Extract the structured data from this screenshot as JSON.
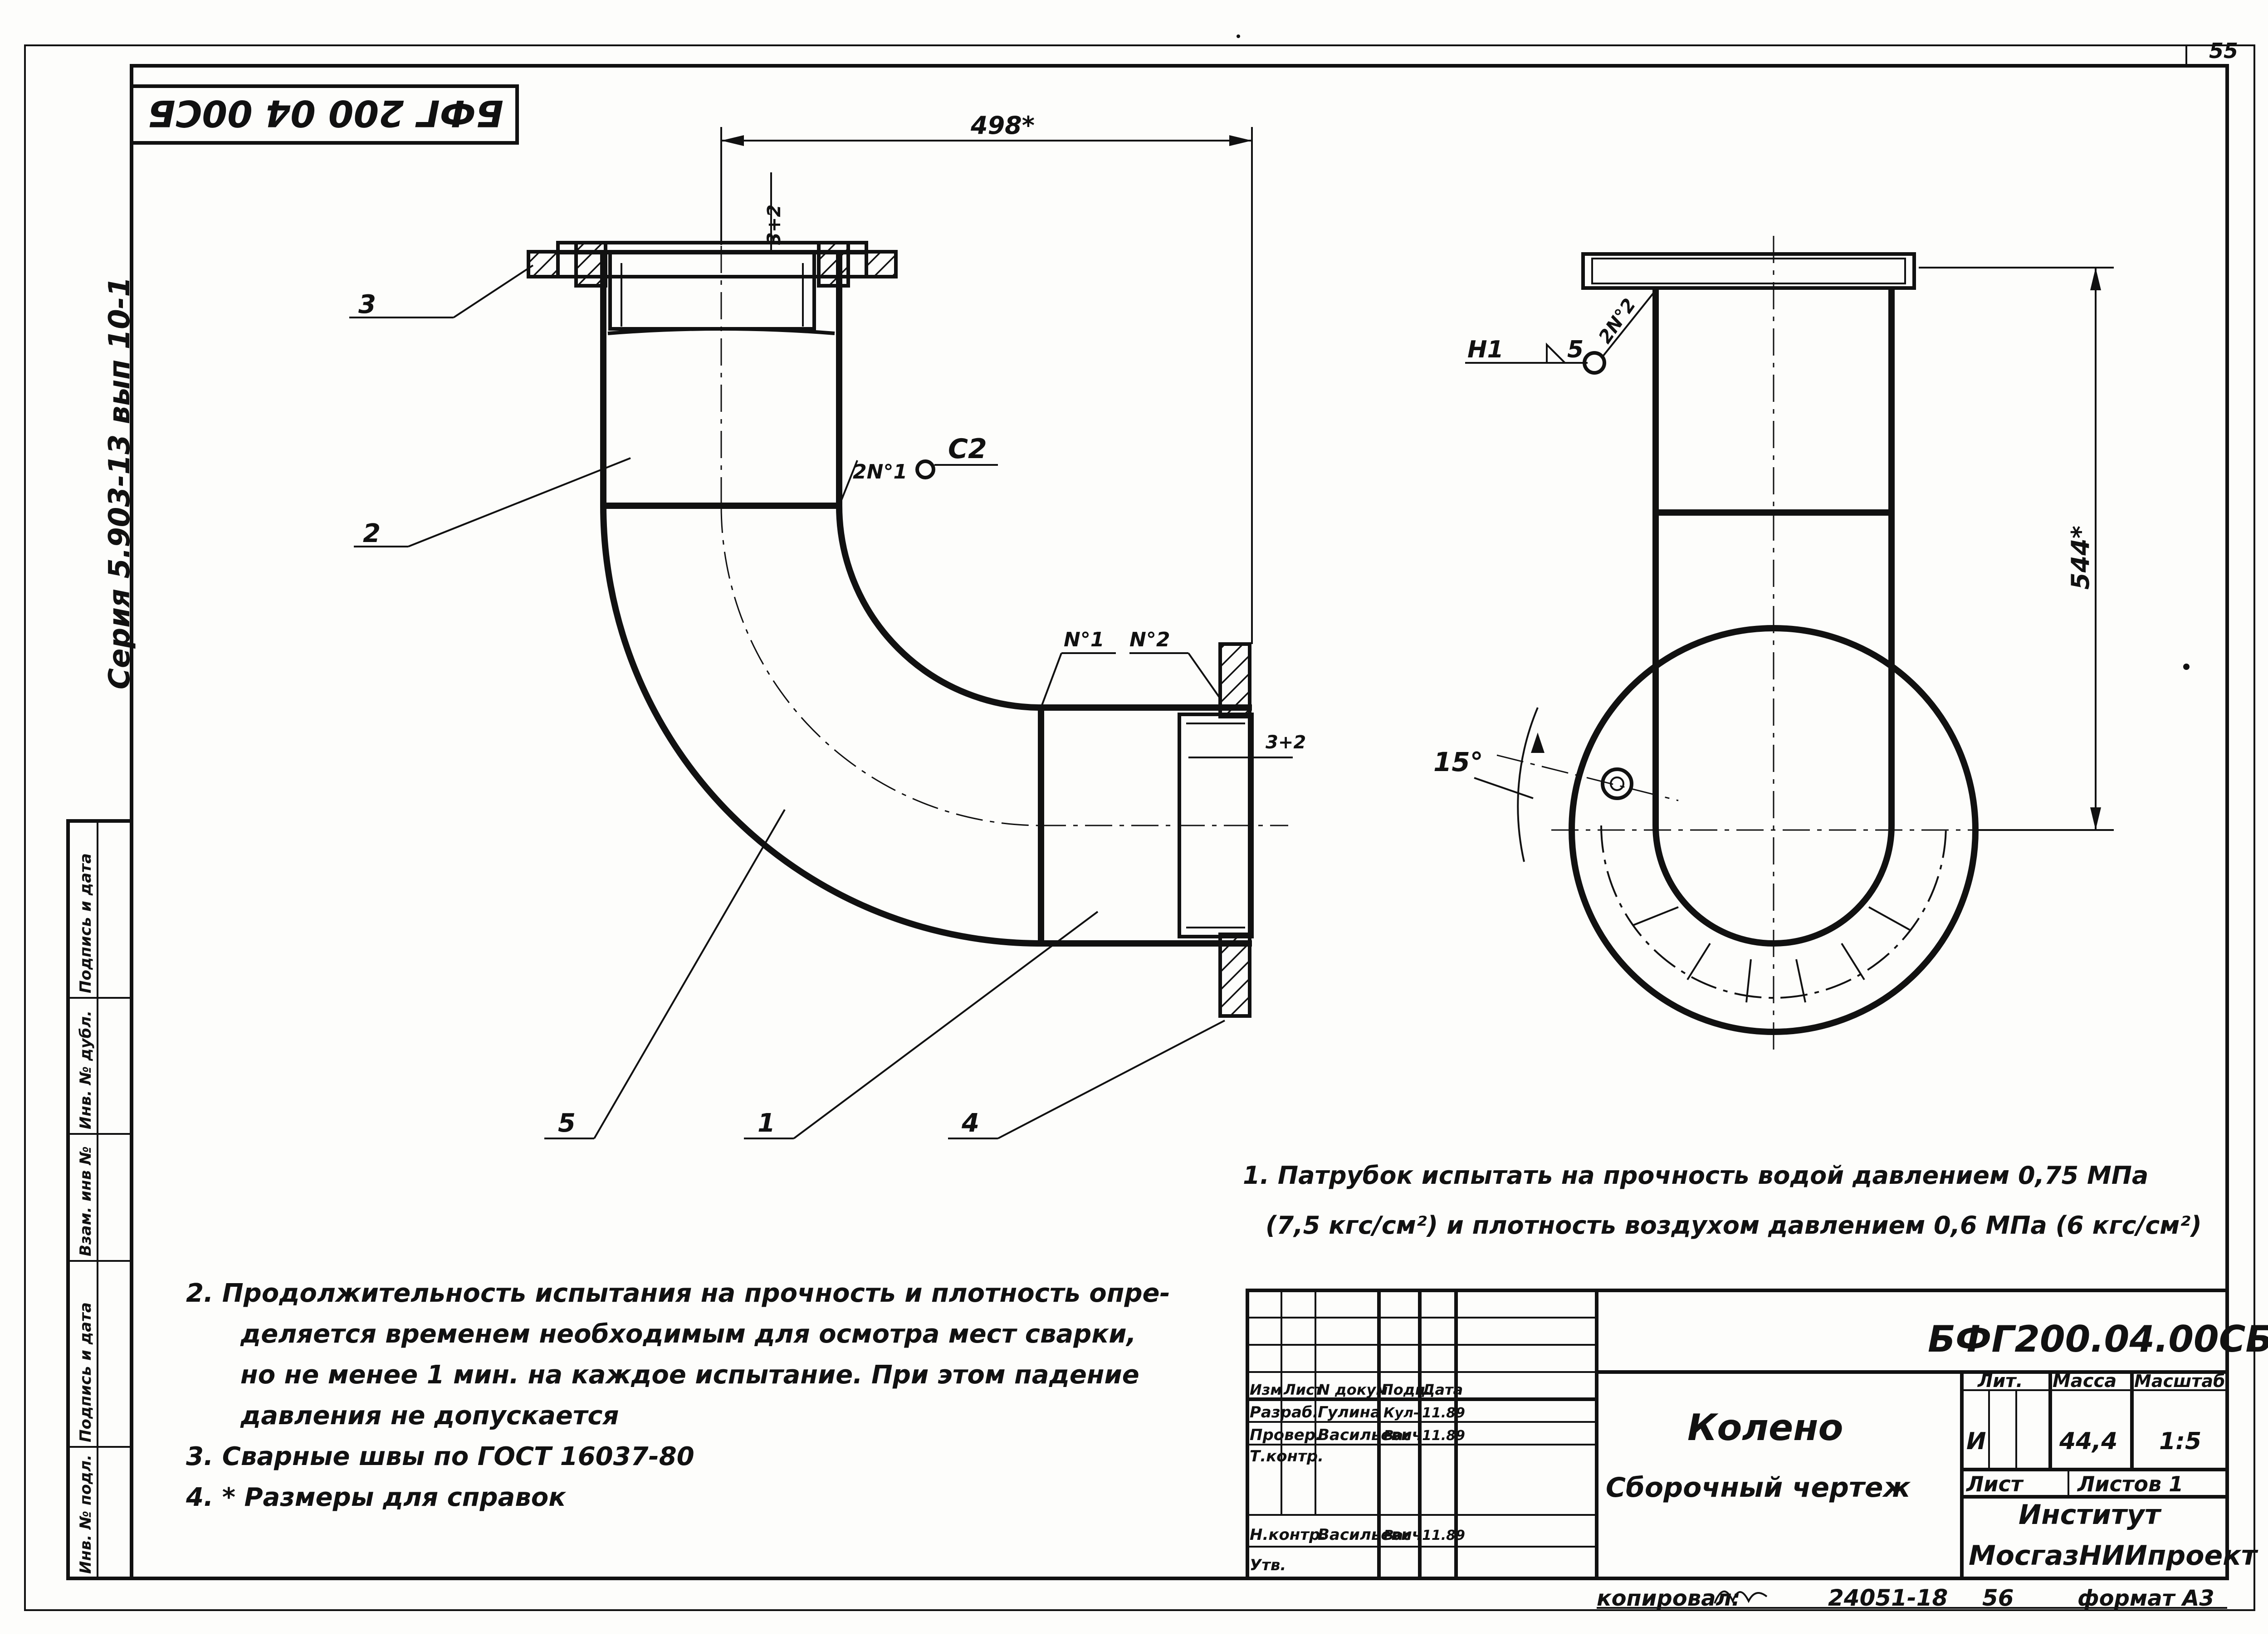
{
  "page_number": "55",
  "rotated_code": "БФГ 200 04 00СБ",
  "series_label": "Серия 5.903-13 вып 10-1",
  "left_strip": [
    "Инв. № подл.",
    "Подпись и дата",
    "Взам. инв №",
    "Инв. № дубл.",
    "Подпись и дата"
  ],
  "callouts": [
    "1",
    "2",
    "3",
    "4",
    "5"
  ],
  "dimensions": {
    "width": "498*",
    "height": "544*",
    "gap_top": "3+2",
    "gap_side": "3+2",
    "angle": "15°"
  },
  "welds": {
    "w1": "2N°1",
    "w1_code": "С2",
    "n1": "N°1",
    "n2": "N°2",
    "side_code": "Н1",
    "side_leg": "5",
    "side_seam": "2N°2"
  },
  "notes": {
    "note1_line1": "1. Патрубок испытать на прочность водой давлением 0,75 МПа",
    "note1_line2": "(7,5 кгс/см²) и плотность воздухом давлением 0,6 МПа (6 кгс/см²)",
    "note2_line1": "2.  Продолжительность испытания на прочность и плотность опре-",
    "note2_line2": "деляется временем необходимым для осмотра  мест сварки,",
    "note2_line3": "но не менее 1 мин. на каждое испытание. При этом падение",
    "note2_line4": "давления не допускается",
    "note3": "3.   Сварные швы по ГОСТ 16037-80",
    "note4": "4.   * Размеры для справок"
  },
  "title_block": {
    "doc_code": "БФГ200.04.00СБ",
    "name": "Колено",
    "doc_type": "Сборочный чертеж",
    "lit_label": "Лит.",
    "mass_label": "Масса",
    "scale_label": "Масштаб",
    "lit_value": "И",
    "mass_value": "44,4",
    "scale_value": "1:5",
    "sheet_label": "Лист",
    "sheets_label": "Листов 1",
    "org_line1": "Институт",
    "org_line2": "МосгазНИИпроект",
    "col_headers": [
      "Изм",
      "Лист",
      "N докум.",
      "Подп.",
      "Дата"
    ],
    "rows": [
      {
        "role": "Разраб.",
        "name": "Гулина",
        "sign": "Кул-",
        "date": "11.89"
      },
      {
        "role": "Провер.",
        "name": "Васильевич",
        "sign": "Вас",
        "date": "11.89"
      },
      {
        "role": "Т.контр.",
        "name": "",
        "sign": "",
        "date": ""
      },
      {
        "role": "Н.контр.",
        "name": "Васильевич",
        "sign": "Вас",
        "date": "11.89"
      },
      {
        "role": "Утв.",
        "name": "",
        "sign": "",
        "date": ""
      }
    ]
  },
  "footer": {
    "copied": "копировал:",
    "order": "24051-18",
    "sheet": "56",
    "format": "формат А3"
  }
}
